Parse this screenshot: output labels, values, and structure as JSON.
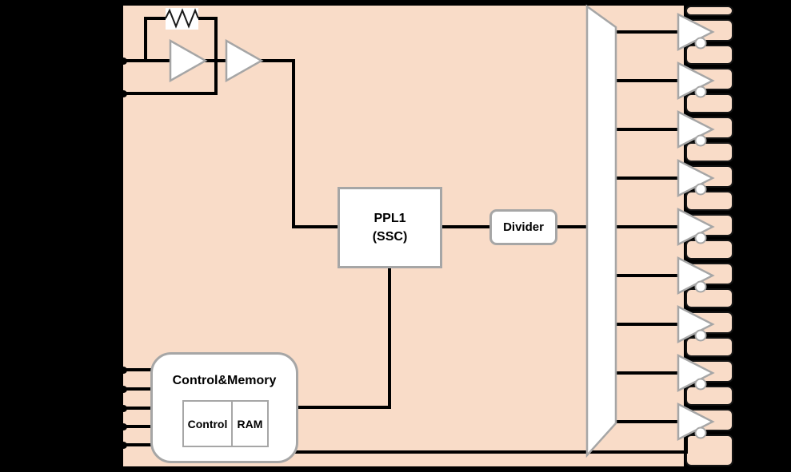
{
  "diagram": {
    "colors": {
      "background": "#000000",
      "chip_fill": "#f9dcc8",
      "block_fill": "#ffffff",
      "block_border": "#a6a6a6",
      "wire": "#000000"
    },
    "blocks": {
      "pll": {
        "line1": "PPL1",
        "line2": "(SSC)"
      },
      "divider": {
        "label": "Divider"
      },
      "control_memory": {
        "title": "Control&Memory",
        "control_label": "Control",
        "ram_label": "RAM"
      }
    },
    "components": {
      "crystal_feedback_resistor": 1,
      "crystal_amplifiers": 2,
      "fanout_mux": 1
    },
    "pins": {
      "xtal_inputs": 2,
      "control_inputs": 5,
      "output_buffers": 9,
      "outputs_per_buffer": 2
    }
  }
}
